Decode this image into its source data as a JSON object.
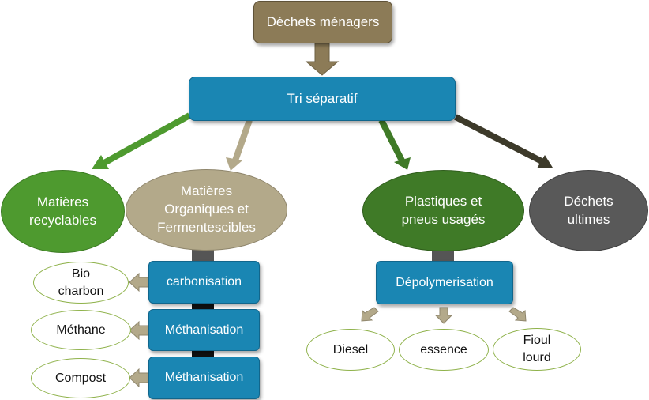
{
  "top": {
    "label": "Déchets ménagers"
  },
  "tri": {
    "label": "Tri séparatif"
  },
  "categories": {
    "recyclables": "Matières\nrecyclables",
    "organiques": "Matières\nOrganiques et\nFermentescibles",
    "plastiques": "Plastiques et\npneus usagés",
    "ultimes": "Déchets\nultimes"
  },
  "processes": {
    "carbonisation": "carbonisation",
    "methanisation_1": "Méthanisation",
    "methanisation_2": "Méthanisation",
    "depolymerisation": "Dépolymerisation"
  },
  "products": {
    "biocharbon": "Bio\ncharbon",
    "methane": "Méthane",
    "compost": "Compost",
    "diesel": "Diesel",
    "essence": "essence",
    "fioul": "Fioul\nlourd"
  },
  "colors": {
    "brown": "#8c7b57",
    "blue": "#1a86b3",
    "green": "#4e9a2f",
    "beige": "#b3a98a",
    "dark_green": "#3f7a27",
    "gray": "#595959",
    "dark_brown": "#3d3a2a"
  }
}
